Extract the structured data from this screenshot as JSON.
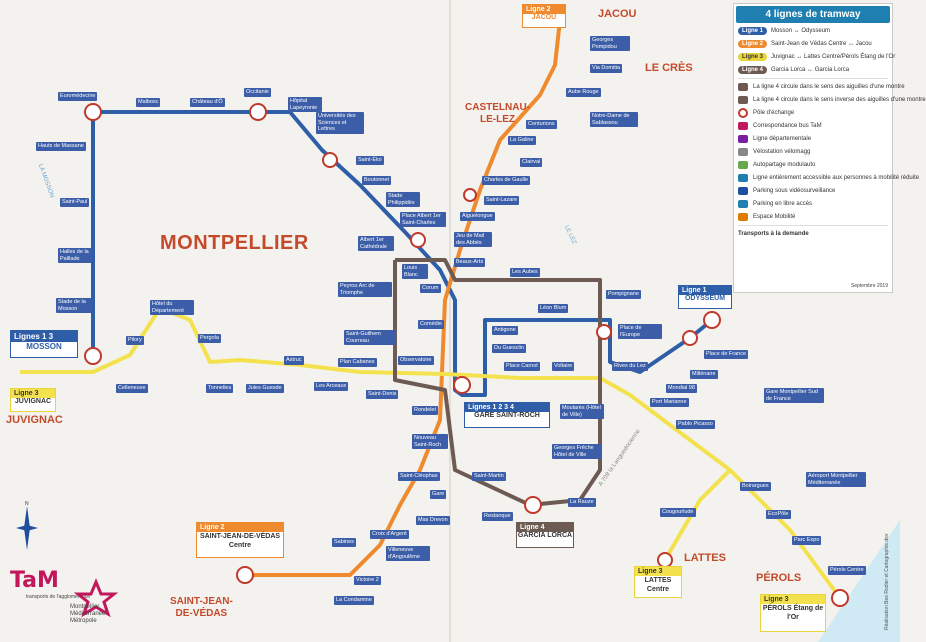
{
  "map": {
    "city_label": "MONTPELLIER",
    "district_labels": [
      {
        "id": "jacou",
        "text": "JACOU"
      },
      {
        "id": "lecres",
        "text": "LE CRÈS"
      },
      {
        "id": "castelnau",
        "text": "CASTELNAU-\nLE-LEZ"
      },
      {
        "id": "juvignac",
        "text": "JUVIGNAC"
      },
      {
        "id": "saintjean",
        "text": "SAINT-JEAN-\nDE-VÉDAS"
      },
      {
        "id": "lattes",
        "text": "LATTES"
      },
      {
        "id": "perols",
        "text": "PÉROLS"
      }
    ],
    "road_labels": [
      {
        "id": "mosson-river",
        "text": "LA MOSSON"
      },
      {
        "id": "lez-river",
        "text": "LE LEZ"
      },
      {
        "id": "a709",
        "text": "A 709 la Languedocienne"
      }
    ],
    "colors": {
      "line1": "#2e5ea8",
      "line2": "#ef8a2e",
      "line3": "#f3e24d",
      "line4": "#6d5a52",
      "sea": "#cfe9f5",
      "background": "#f4f2ee"
    },
    "terminals": [
      {
        "id": "mosson",
        "lines": "Lignes 1 3",
        "name": "MOSSON"
      },
      {
        "id": "juvignac",
        "lines": "Ligne 3",
        "name": "JUVIGNAC"
      },
      {
        "id": "odysseum",
        "lines": "Ligne 1",
        "name": "ODYSSEUM"
      },
      {
        "id": "jacou",
        "lines": "Ligne 2",
        "name": "JACOU"
      },
      {
        "id": "saintjean",
        "lines": "Ligne 2",
        "name": "SAINT-JEAN-DE-VÉDAS Centre"
      },
      {
        "id": "garcia",
        "lines": "Ligne 4",
        "name": "GARCIA LORCA"
      },
      {
        "id": "gare",
        "lines": "Lignes 1 2 3 4",
        "name": "GARE SAINT-ROCH"
      },
      {
        "id": "lattes",
        "lines": "Ligne 3",
        "name": "LATTES Centre"
      },
      {
        "id": "perols",
        "lines": "Ligne 3",
        "name": "PÉROLS Étang de l'Or"
      }
    ],
    "stations": [
      {
        "id": "euromedecine",
        "text": "Euromédecine"
      },
      {
        "id": "malbosc",
        "text": "Malbosc"
      },
      {
        "id": "chateaudo",
        "text": "Château d'Ô"
      },
      {
        "id": "occitanie",
        "text": "Occitanie"
      },
      {
        "id": "hopital",
        "text": "Hôpital Lapeyronie"
      },
      {
        "id": "universites",
        "text": "Universités des Sciences et Lettres"
      },
      {
        "id": "sainteloi",
        "text": "Saint-Éloi"
      },
      {
        "id": "boutonnet",
        "text": "Boutonnet"
      },
      {
        "id": "stadephil",
        "text": "Stade Philippidès"
      },
      {
        "id": "placealbert",
        "text": "Place Albert 1er Saint-Charles"
      },
      {
        "id": "hautsmassane",
        "text": "Hauts de Massane"
      },
      {
        "id": "saintpaul",
        "text": "Saint-Paul"
      },
      {
        "id": "hallespaillade",
        "text": "Halles de la Paillade"
      },
      {
        "id": "stademosson",
        "text": "Stade de la Mosson"
      },
      {
        "id": "celleneuve",
        "text": "Celleneuve"
      },
      {
        "id": "pilory",
        "text": "Pilory"
      },
      {
        "id": "hoteldepartement",
        "text": "Hôtel du Département"
      },
      {
        "id": "pergola",
        "text": "Pergola"
      },
      {
        "id": "tonnelles",
        "text": "Tonnelles"
      },
      {
        "id": "julesguesde",
        "text": "Jules Guesde"
      },
      {
        "id": "astruc",
        "text": "Astruc"
      },
      {
        "id": "arceaux",
        "text": "Les Arceaux"
      },
      {
        "id": "plancabanes",
        "text": "Plan Cabanes"
      },
      {
        "id": "saintdenis",
        "text": "Saint-Denis"
      },
      {
        "id": "albert1",
        "text": "Albert 1er Cathédrale"
      },
      {
        "id": "louisblanc",
        "text": "Louis Blanc"
      },
      {
        "id": "peyrou",
        "text": "Peyrou Arc de Triomphe"
      },
      {
        "id": "corum",
        "text": "Corum"
      },
      {
        "id": "comedie",
        "text": "Comédie"
      },
      {
        "id": "saintguilhem",
        "text": "Saint-Guilhem Courreau"
      },
      {
        "id": "observatoire",
        "text": "Observatoire"
      },
      {
        "id": "rondelet",
        "text": "Rondelet"
      },
      {
        "id": "nouveausaintroch",
        "text": "Nouveau Saint-Roch"
      },
      {
        "id": "saintcleophas",
        "text": "Saint-Cléophas"
      },
      {
        "id": "sabines",
        "text": "Sabines"
      },
      {
        "id": "maseimrekra",
        "text": "Mas Drevon"
      },
      {
        "id": "croixdargent",
        "text": "Croix d'Argent"
      },
      {
        "id": "villeneuve",
        "text": "Villeneuve d'Angoulême"
      },
      {
        "id": "victoire2",
        "text": "Victoire 2"
      },
      {
        "id": "lacondamine",
        "text": "La Condamine"
      },
      {
        "id": "sabinesgare",
        "text": "Gare"
      },
      {
        "id": "saintmartin",
        "text": "Saint-Martin"
      },
      {
        "id": "restanque",
        "text": "Restanque"
      },
      {
        "id": "larauze",
        "text": "La Rauze"
      },
      {
        "id": "georgesfreche",
        "text": "Georges Frêche Hôtel de Ville"
      },
      {
        "id": "moulares",
        "text": "Moularès (Hôtel de Ville)"
      },
      {
        "id": "rivesdulez",
        "text": "Rives du Lez"
      },
      {
        "id": "voltaire",
        "text": "Voltaire"
      },
      {
        "id": "placecarnot",
        "text": "Place Carnot"
      },
      {
        "id": "duguesclin",
        "text": "Du Guesclin"
      },
      {
        "id": "antigone",
        "text": "Antigone"
      },
      {
        "id": "leonblum",
        "text": "Léon Blum"
      },
      {
        "id": "pompignane",
        "text": "Pompignane"
      },
      {
        "id": "placeeurope",
        "text": "Place de l'Europe"
      },
      {
        "id": "lesaubes",
        "text": "Les Aubes"
      },
      {
        "id": "beauxarts",
        "text": "Beaux-Arts"
      },
      {
        "id": "jeudemail",
        "text": "Jeu de Mail des Abbés"
      },
      {
        "id": "aiguelongue",
        "text": "Aiguelongue"
      },
      {
        "id": "saintlazare",
        "text": "Saint-Lazare"
      },
      {
        "id": "charlesdegaulle",
        "text": "Charles de Gaulle"
      },
      {
        "id": "clairval",
        "text": "Clairval"
      },
      {
        "id": "lagaillarde",
        "text": "La Galine"
      },
      {
        "id": "centurions",
        "text": "Centurions"
      },
      {
        "id": "notredame",
        "text": "Notre-Dame de Sablassou"
      },
      {
        "id": "aubesrouge",
        "text": "Aube Rouge"
      },
      {
        "id": "viadomitia",
        "text": "Via Domitia"
      },
      {
        "id": "georgespompidou",
        "text": "Georges Pompidou"
      },
      {
        "id": "placefrance",
        "text": "Place de France"
      },
      {
        "id": "millenaire",
        "text": "Millénaire"
      },
      {
        "id": "mondial98",
        "text": "Mondial 98"
      },
      {
        "id": "portmarianne",
        "text": "Port Marianne"
      },
      {
        "id": "pablopicasso",
        "text": "Pablo Picasso"
      },
      {
        "id": "boirargues",
        "text": "Boirargues"
      },
      {
        "id": "cougourlude",
        "text": "Cougourlude"
      },
      {
        "id": "ecopole",
        "text": "EcoPôle"
      },
      {
        "id": "parcexpo",
        "text": "Parc Expo"
      },
      {
        "id": "perolscentre",
        "text": "Pérols Centre"
      },
      {
        "id": "garesuddefrance",
        "text": "Gare Montpellier Sud de France"
      },
      {
        "id": "aeroport",
        "text": "Aéroport Montpellier Méditerranée"
      }
    ]
  },
  "legend": {
    "title": "4 lignes de tramway",
    "lines": [
      {
        "id": "l1",
        "num": "Ligne 1",
        "text": "Mosson ↔ Odysseum",
        "color": "#2e5ea8"
      },
      {
        "id": "l2",
        "num": "Ligne 2",
        "text": "Saint-Jean de Védas Centre ↔ Jacou",
        "color": "#ef8a2e"
      },
      {
        "id": "l3",
        "num": "Ligne 3",
        "text": "Juvignac ↔ Lattes Centre/Pérols Étang de l'Or",
        "color": "#e9d43a"
      },
      {
        "id": "l4",
        "num": "Ligne 4",
        "text": "Garcia Lorca ↔ Garcia Lorca",
        "color": "#6d5a52"
      }
    ],
    "items": [
      {
        "id": "circ1",
        "text": "La ligne 4 circule dans le sens des aiguilles d'une montre",
        "color": "#6d5a52"
      },
      {
        "id": "circ2",
        "text": "La ligne 4 circule dans le sens inverse des aiguilles d'une montre",
        "color": "#6d5a52"
      },
      {
        "id": "pole",
        "text": "Pôle d'échange",
        "color": "#c0392b"
      },
      {
        "id": "bus",
        "text": "Correspondance bus TaM",
        "color": "#c2185b"
      },
      {
        "id": "dept",
        "text": "Ligne départementale",
        "color": "#7b1fa2"
      },
      {
        "id": "velo",
        "text": "Vélostation vélomagg",
        "color": "#888888"
      },
      {
        "id": "auto",
        "text": "Autopartage modulauto",
        "color": "#6aa84f"
      },
      {
        "id": "pmr",
        "text": "Ligne entièrement accessible aux personnes à mobilité réduite",
        "color": "#1f7fb0"
      },
      {
        "id": "video",
        "text": "Parking sous vidéosurveillance",
        "color": "#1f4f9f"
      },
      {
        "id": "parking",
        "text": "Parking en libre accès",
        "color": "#1f7fb0"
      },
      {
        "id": "mobilite",
        "text": "Espace Mobilité",
        "color": "#e07b00"
      }
    ],
    "demand": "Transports à la demande",
    "date": "Septembre 2019"
  },
  "brand": {
    "tam": "TaM",
    "tam_sub": "transports de l'agglomération",
    "metro": "Montpellier Méditerranée Métropole"
  },
  "credit": "Réalisation Bee Rodier et Cartographie.dev"
}
